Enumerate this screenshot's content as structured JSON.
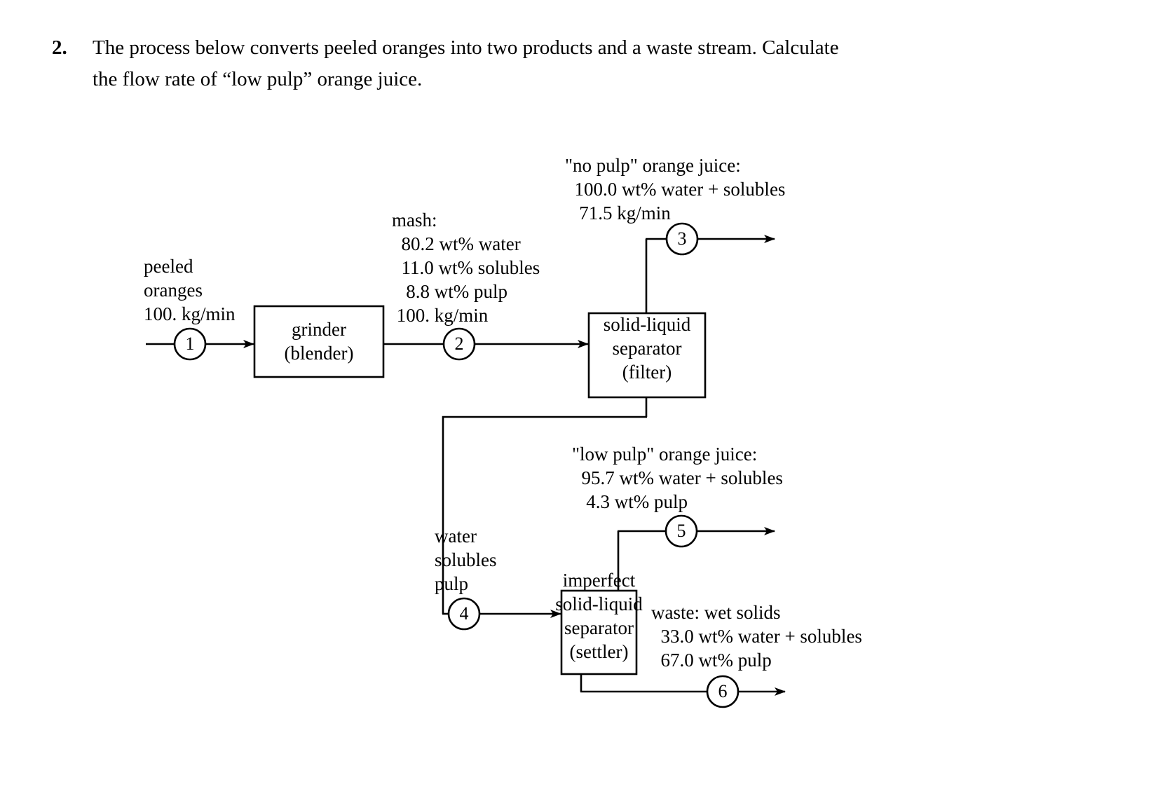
{
  "problem": {
    "number": "2.",
    "text": "The process below converts peeled oranges into two products and a waste stream.  Calculate\nthe flow rate of “low pulp” orange juice."
  },
  "diagram": {
    "title": "orange juice process flow diagram",
    "units": [
      {
        "id": "grinder",
        "label": "grinder\n(blender)"
      },
      {
        "id": "filter",
        "label": "solid-liquid\nseparator\n(filter)"
      },
      {
        "id": "settler",
        "label": "imperfect\nsolid-liquid\nseparator\n(settler)"
      }
    ],
    "streams": [
      {
        "id": "s1",
        "number": "1",
        "label": "peeled\noranges\n100. kg/min"
      },
      {
        "id": "s2",
        "number": "2",
        "label": "mash:\n  80.2 wt% water\n  11.0 wt% solubles\n   8.8 wt% pulp\n 100. kg/min"
      },
      {
        "id": "s3",
        "number": "3",
        "label": "\"no pulp\" orange juice:\n  100.0 wt% water + solubles\n   71.5 kg/min"
      },
      {
        "id": "s4",
        "number": "4",
        "label": "water\nsolubles\npulp"
      },
      {
        "id": "s5",
        "number": "5",
        "label": "\"low pulp\" orange juice:\n  95.7 wt% water + solubles\n   4.3 wt% pulp"
      },
      {
        "id": "s6",
        "number": "6",
        "label": "waste: wet solids\n  33.0 wt% water + solubles\n  67.0 wt% pulp"
      }
    ],
    "colors": {
      "line": "#000000",
      "background": "#ffffff"
    }
  },
  "chart_data": {
    "type": "diagram",
    "title": "Orange juice process flow diagram",
    "nodes": [
      {
        "id": "grinder",
        "label": "grinder (blender)"
      },
      {
        "id": "filter",
        "label": "solid-liquid separator (filter)"
      },
      {
        "id": "settler",
        "label": "imperfect solid-liquid separator (settler)"
      }
    ],
    "edges": [
      {
        "stream": 1,
        "from": "feed",
        "to": "grinder",
        "name": "peeled oranges",
        "flow_kg_per_min": 100.0
      },
      {
        "stream": 2,
        "from": "grinder",
        "to": "filter",
        "name": "mash",
        "flow_kg_per_min": 100.0,
        "composition": {
          "water_wt_pct": 80.2,
          "solubles_wt_pct": 11.0,
          "pulp_wt_pct": 8.8
        }
      },
      {
        "stream": 3,
        "from": "filter",
        "to": "product",
        "name": "\"no pulp\" orange juice",
        "flow_kg_per_min": 71.5,
        "composition": {
          "water_plus_solubles_wt_pct": 100.0
        }
      },
      {
        "stream": 4,
        "from": "filter",
        "to": "settler",
        "name": "water solubles pulp"
      },
      {
        "stream": 5,
        "from": "settler",
        "to": "product",
        "name": "\"low pulp\" orange juice",
        "composition": {
          "water_plus_solubles_wt_pct": 95.7,
          "pulp_wt_pct": 4.3
        }
      },
      {
        "stream": 6,
        "from": "settler",
        "to": "waste",
        "name": "waste: wet solids",
        "composition": {
          "water_plus_solubles_wt_pct": 33.0,
          "pulp_wt_pct": 67.0
        }
      }
    ]
  }
}
